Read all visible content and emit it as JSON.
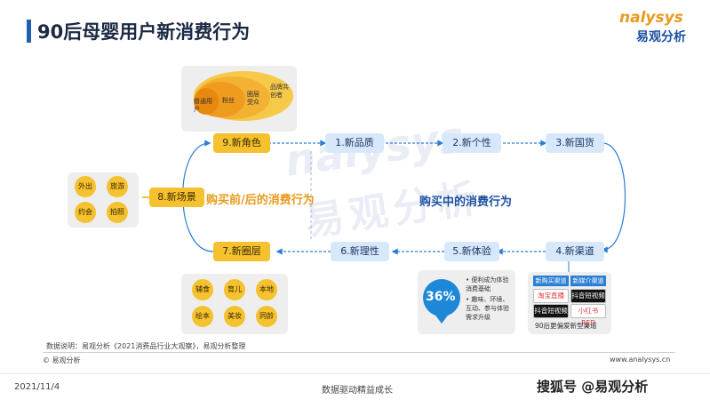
{
  "header": {
    "title": "90后母婴用户新消费行为"
  },
  "logo": {
    "brand": "nalysys",
    "brand_cn": "易观分析"
  },
  "watermark": {
    "line1": "nalysys",
    "line2": "易观分析"
  },
  "onion": {
    "labels": [
      "普通用户",
      "粉丝",
      "圈层受众",
      "品牌共创者"
    ]
  },
  "steps": {
    "s1": "1.新品质",
    "s2": "2.新个性",
    "s3": "3.新国货",
    "s4": "4.新渠道",
    "s5": "5.新体验",
    "s6": "6.新理性",
    "s7": "7.新圈层",
    "s8": "8.新场景",
    "s9": "9.新角色"
  },
  "loop": {
    "left_label": "购买前/后的消费行为",
    "right_label": "购买中的消费行为"
  },
  "scene_circles": [
    "外出",
    "旅游",
    "约会",
    "拍照"
  ],
  "circle_circles": [
    "辅食",
    "育儿",
    "本地",
    "绘本",
    "美妆",
    "同龄"
  ],
  "experience": {
    "percent": "36%",
    "bullet1": "• 便利成为体验消费基础",
    "bullet2": "• 趣味、环境、互动、参与体验需求升级"
  },
  "channels": {
    "col1_header": "新购买渠道",
    "col2_header": "新媒介渠道",
    "items": [
      "淘宝直播",
      "抖音短视频",
      "抖音短视频",
      "小红书RED"
    ],
    "caption": "90后更偏爱新型渠道"
  },
  "footer": {
    "source_note": "数据说明：易观分析《2021消费品行业大观察》，易观分析整理",
    "copyright": "© 易观分析",
    "website": "www.analysys.cn",
    "date": "2021/11/4",
    "center": "数据驱动精益成长",
    "right": "搜狐号 @易观分析"
  },
  "colors": {
    "accent_blue": "#1f5fae",
    "accent_orange": "#f5c12e",
    "loop_blue": "#2a7fd4"
  }
}
